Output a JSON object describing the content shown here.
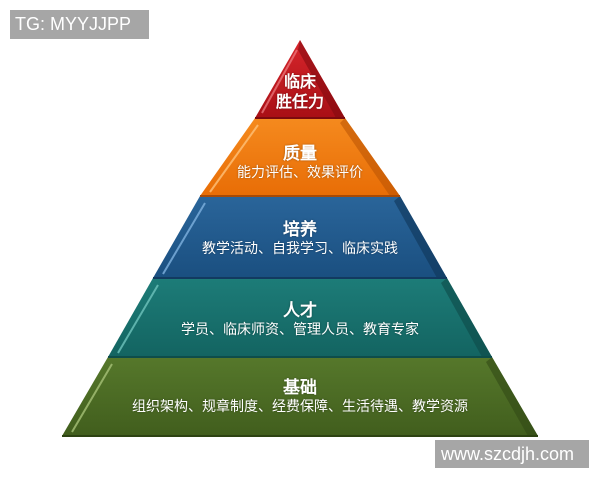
{
  "watermarks": {
    "top_left": "TG: MYYJJPP",
    "bottom_right": "www.szcdjh.com"
  },
  "pyramid": {
    "tiers": [
      {
        "title_line1": "临床",
        "title_line2": "胜任力",
        "color": "#c0141a"
      },
      {
        "title": "质量",
        "subtitle": "能力评估、效果评价",
        "color": "#f07a10"
      },
      {
        "title": "培养",
        "subtitle": "教学活动、自我学习、临床实践",
        "color": "#1f5a8e"
      },
      {
        "title": "人才",
        "subtitle": "学员、临床师资、管理人员、教育专家",
        "color": "#17706c"
      },
      {
        "title": "基础",
        "subtitle": "组织架构、规章制度、经费保障、生活待遇、教学资源",
        "color": "#4a6a22"
      }
    ]
  }
}
